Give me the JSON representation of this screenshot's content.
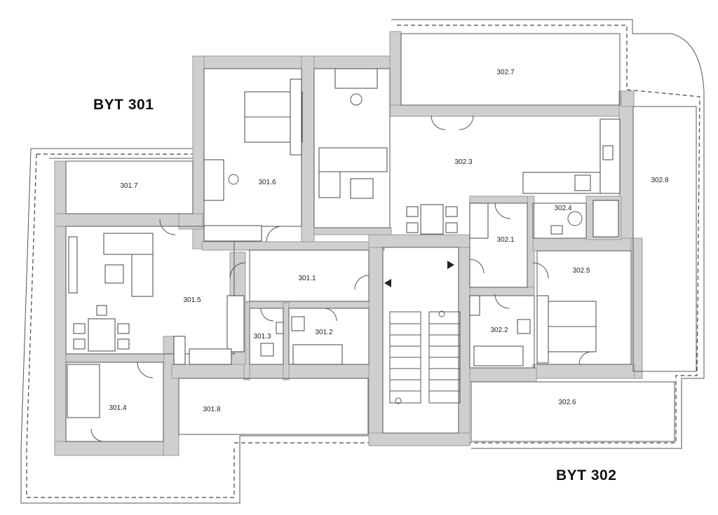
{
  "apartments": {
    "apt_a": "BYT 301",
    "apt_b": "BYT 302"
  },
  "rooms": {
    "r301_1": "301.1",
    "r301_2": "301.2",
    "r301_3": "301.3",
    "r301_4": "301.4",
    "r301_5": "301.5",
    "r301_6": "301.6",
    "r301_7": "301.7",
    "r301_8": "301.8",
    "r302_1": "302.1",
    "r302_2": "302.2",
    "r302_3": "302.3",
    "r302_4": "302.4",
    "r302_5": "302.5",
    "r302_6": "302.6",
    "r302_7": "302.7",
    "r302_8": "302.8"
  },
  "colors": {
    "wall": "#cfcfcf",
    "line": "#444444",
    "background": "#ffffff"
  }
}
